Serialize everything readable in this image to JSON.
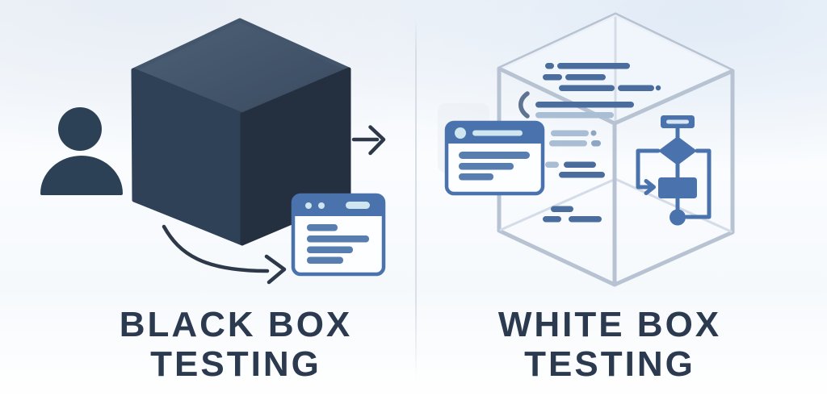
{
  "figure": {
    "kind": "comparison-illustration",
    "topic": "Black Box Testing vs White Box Testing"
  },
  "left_panel": {
    "title": {
      "line1": "BLACK BOX",
      "line2": "TESTING"
    },
    "icons": {
      "tester": "person-icon",
      "system": "black-cube-icon",
      "input": "arrow-right-icon",
      "output": "curved-arrow-icon",
      "result": "browser-window-icon"
    },
    "colors": {
      "cube_top": "#46586d",
      "cube_left": "#2f4156",
      "cube_right": "#242f3f",
      "person": "#2c4156",
      "arrow": "#2d3949",
      "window_accent": "#4a72ad",
      "window_lines": "#587daf",
      "window_detail": "#cfe6f0"
    }
  },
  "right_panel": {
    "title": {
      "line1": "WHITE BOX",
      "line2": "TESTING"
    },
    "icons": {
      "system": "transparent-cube-icon",
      "internals": "code-lines-icon",
      "report": "report-window-icon",
      "logic": "flowchart-icon"
    },
    "colors": {
      "cube_outline": "#b7c3d2",
      "cube_fill": "#e9f0f8",
      "cube_top_fill": "#f1f6fb",
      "code_dark": "#4a6d9e",
      "code_light": "#a9bdd5",
      "code_mid": "#8ea6c4",
      "flowchart": "#4a73ad",
      "window_accent": "#4a72ad"
    }
  },
  "divider": {
    "color": "#d7dde4"
  },
  "title_style": {
    "color": "#2c3a50"
  },
  "background": {
    "top_tint": "#eff4f9",
    "bottom": "#ffffff"
  }
}
